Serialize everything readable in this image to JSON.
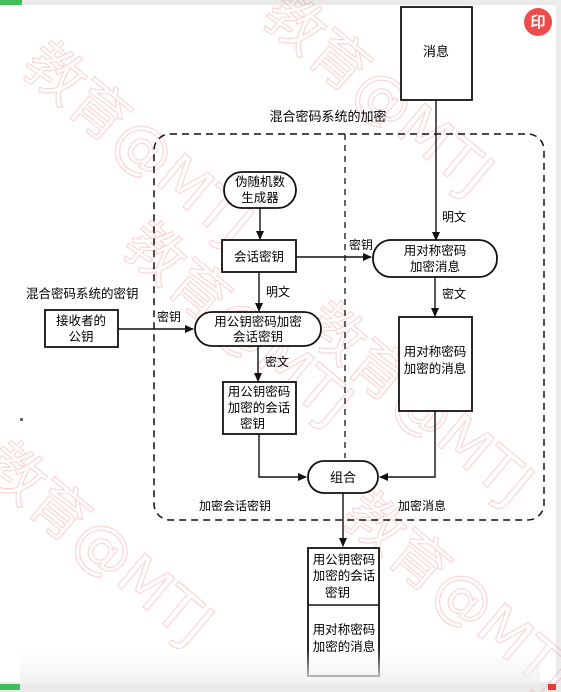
{
  "diagram": {
    "title": "混合密码系统的加密",
    "message": "消息",
    "prng": [
      "伪随机数",
      "生成器"
    ],
    "session_key": "会话密钥",
    "receiver_key_caption": "混合密码系统的密钥",
    "receiver_key": [
      "接收者的",
      "公钥"
    ],
    "pub_encrypt_process": [
      "用公钥密码加密",
      "会话密钥"
    ],
    "sym_encrypt_process": [
      "用对称密码",
      "加密消息"
    ],
    "encrypted_session_key_box": [
      "用公钥密码",
      "加密的会话",
      "密钥"
    ],
    "encrypted_message_box": [
      "用对称密码",
      "加密的消息"
    ],
    "combine": "组合",
    "label_plaintext": "明文",
    "label_key": "密钥",
    "label_ciphertext": "密文",
    "label_encrypted_session_key": "加密会话密钥",
    "label_encrypted_message": "加密消息",
    "output_top": [
      "用公钥密码",
      "加密的会话",
      "密钥"
    ],
    "output_bottom": [
      "用对称密码",
      "加密的消息"
    ]
  },
  "watermark": "教育@MTJ",
  "badge": "印"
}
